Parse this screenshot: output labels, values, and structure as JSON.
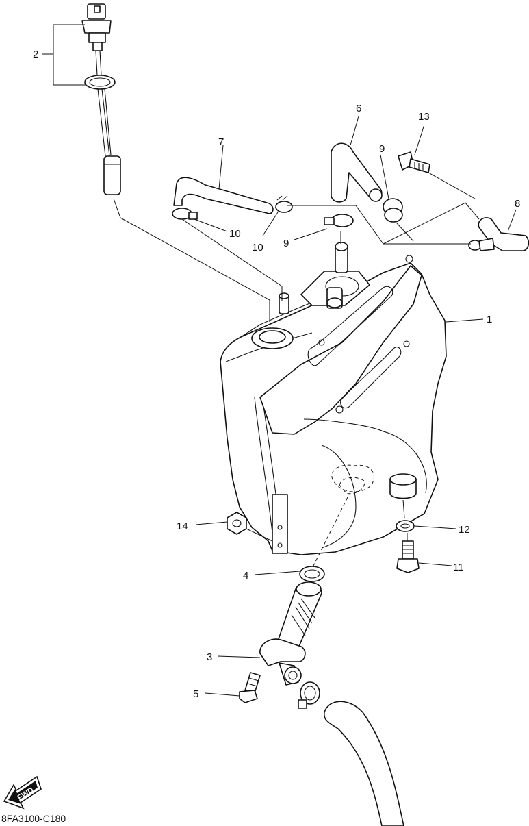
{
  "diagram": {
    "drawing_code": "8FA3100-C180",
    "fwd_label": "FWD",
    "callouts": [
      {
        "id": "c1",
        "label": "1"
      },
      {
        "id": "c2",
        "label": "2"
      },
      {
        "id": "c3",
        "label": "3"
      },
      {
        "id": "c4",
        "label": "4"
      },
      {
        "id": "c5",
        "label": "5"
      },
      {
        "id": "c6",
        "label": "6"
      },
      {
        "id": "c7",
        "label": "7"
      },
      {
        "id": "c8",
        "label": "8"
      },
      {
        "id": "c9a",
        "label": "9"
      },
      {
        "id": "c9b",
        "label": "9"
      },
      {
        "id": "c10a",
        "label": "10"
      },
      {
        "id": "c10b",
        "label": "10"
      },
      {
        "id": "c11",
        "label": "11"
      },
      {
        "id": "c12",
        "label": "12"
      },
      {
        "id": "c13",
        "label": "13"
      },
      {
        "id": "c14",
        "label": "14"
      }
    ]
  }
}
